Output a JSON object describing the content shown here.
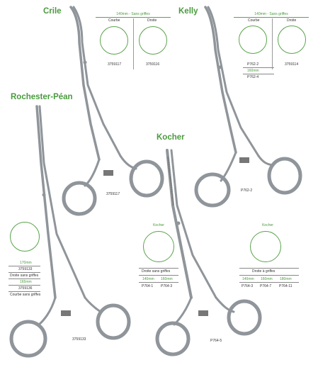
{
  "titles": {
    "crile": "Crile",
    "kelly": "Kelly",
    "rochester": "Rochester-Péan",
    "kocher": "Kocher"
  },
  "crile_box": {
    "header": "140mm - Sans griffes",
    "col1": "Courbe",
    "col2": "Droite",
    "ref1": "3759117",
    "ref2": "3759116"
  },
  "kelly_box": {
    "header": "140mm - Sans griffes",
    "col1": "Courbe",
    "col2": "Droite",
    "ref1": "P762-2",
    "ref2": "3759114",
    "size2": "160mm",
    "ref3": "P762-4"
  },
  "rochester_box": {
    "size1": "170mm",
    "ref1": "3759133",
    "label1": "Droite sans griffes",
    "size2": "165mm",
    "ref2": "3759136",
    "label2": "Courbe sans griffes"
  },
  "kocher_left": {
    "header": "Kocher",
    "label": "Droite sans griffes",
    "size1": "140mm",
    "size2": "160mm",
    "ref1": "P764-1",
    "ref2": "P764-3"
  },
  "kocher_right": {
    "header": "Kocher",
    "label": "Droite à griffes",
    "size1": "140mm",
    "size2": "160mm",
    "size3": "180mm",
    "ref1": "P764-3",
    "ref2": "P764-7",
    "ref3": "P764-11"
  },
  "instrument_refs": {
    "crile": "3759117",
    "kelly": "P762-2",
    "rochester": "3759133",
    "kocher": "P764-5"
  },
  "colors": {
    "accent_green": "#4a9a3e",
    "steel": "#9aa0a4"
  }
}
